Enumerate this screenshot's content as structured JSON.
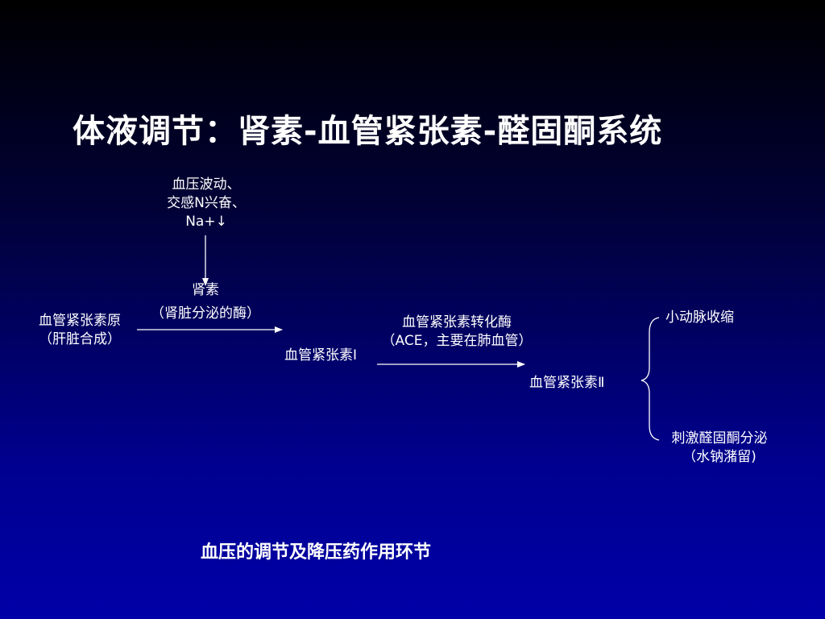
{
  "slide": {
    "title": "体液调节：肾素-血管紧张素-醛固酮系统",
    "trigger": {
      "line1": "血压波动、",
      "line2": "交感N兴奋、",
      "line3": "Na+↓"
    },
    "renin": {
      "line1": "肾素",
      "line2": "（肾脏分泌的酶）"
    },
    "angiotensinogen": {
      "line1": "血管紧张素原",
      "line2": "（肝脏合成）"
    },
    "angiotensin_1": "血管紧张素Ⅰ",
    "ace": {
      "line1": "血管紧张素转化酶",
      "line2": "（ACE，主要在肺血管）"
    },
    "angiotensin_2": "血管紧张素Ⅱ",
    "effect_1": "小动脉收缩",
    "effect_2": {
      "line1": "刺激醛固酮分泌",
      "line2": "（水钠潴留)"
    },
    "subtitle": "血压的调节及降压药作用环节"
  }
}
